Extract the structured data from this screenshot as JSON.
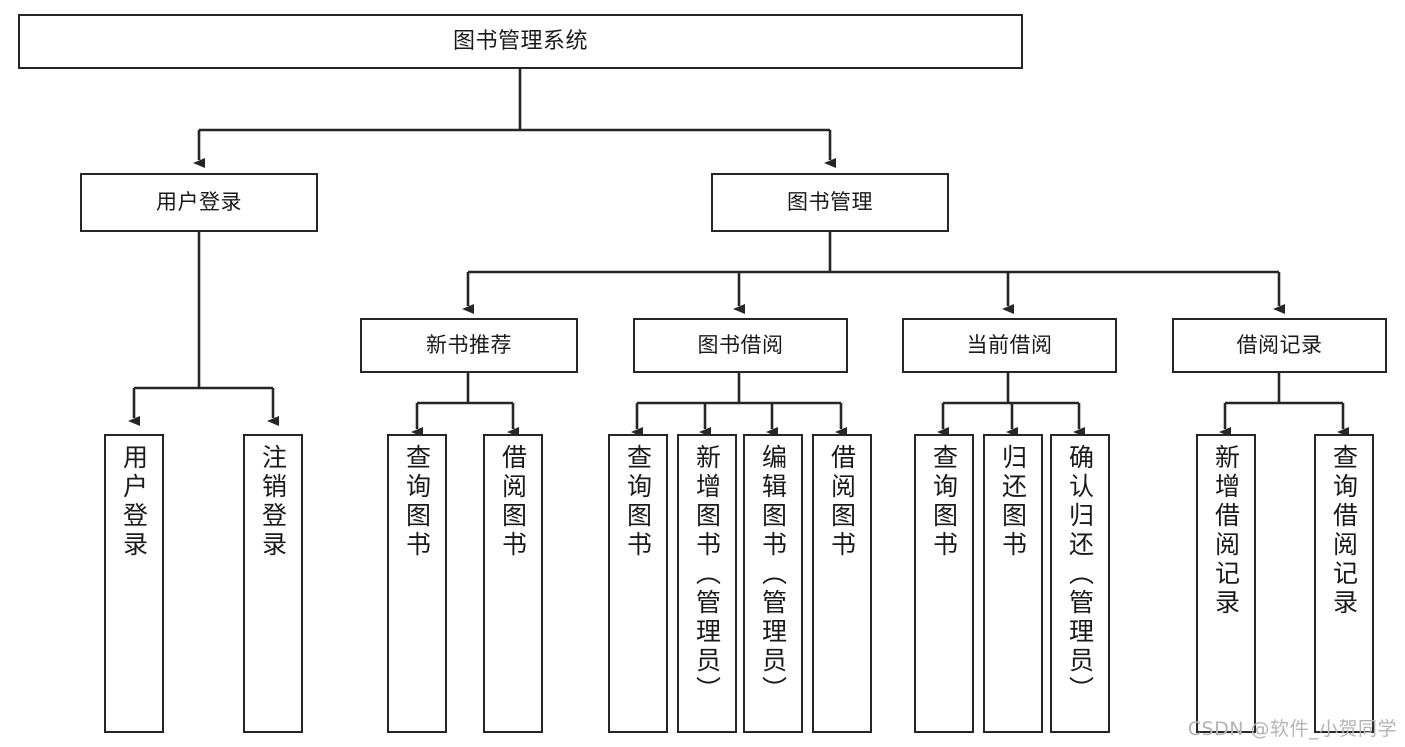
{
  "diagram": {
    "type": "tree",
    "title": "图书管理系统",
    "watermark": "CSDN @软件_小贺同学",
    "colors": {
      "box_border": "#262626",
      "box_fill": "#ffffff",
      "edge": "#262626",
      "text": "#1a1a1a",
      "watermark": "#b4b4b4",
      "background": "#ffffff"
    },
    "nodes": {
      "root": {
        "label": "图书管理系统"
      },
      "level2": [
        {
          "id": "user_login",
          "label": "用户登录"
        },
        {
          "id": "book_manage",
          "label": "图书管理"
        }
      ],
      "level3": [
        {
          "id": "new_book_rec",
          "label": "新书推荐"
        },
        {
          "id": "book_borrow",
          "label": "图书借阅"
        },
        {
          "id": "current_borrow",
          "label": "当前借阅"
        },
        {
          "id": "borrow_record",
          "label": "借阅记录"
        }
      ],
      "leaves": {
        "user_login": [
          {
            "id": "leaf_user_login",
            "label": "用户登录"
          },
          {
            "id": "leaf_user_logout",
            "label": "注销登录"
          }
        ],
        "new_book_rec": [
          {
            "id": "leaf_query_book_1",
            "label": "查询图书"
          },
          {
            "id": "leaf_borrow_book_1",
            "label": "借阅图书"
          }
        ],
        "book_borrow": [
          {
            "id": "leaf_query_book_2",
            "label": "查询图书"
          },
          {
            "id": "leaf_add_book",
            "label": "新增图书（管理员）"
          },
          {
            "id": "leaf_edit_book",
            "label": "编辑图书（管理员）"
          },
          {
            "id": "leaf_borrow_book_2",
            "label": "借阅图书"
          }
        ],
        "current_borrow": [
          {
            "id": "leaf_query_book_3",
            "label": "查询图书"
          },
          {
            "id": "leaf_return_book",
            "label": "归还图书"
          },
          {
            "id": "leaf_confirm_return",
            "label": "确认归还（管理员）"
          }
        ],
        "borrow_record": [
          {
            "id": "leaf_add_record",
            "label": "新增借阅记录"
          },
          {
            "id": "leaf_query_record",
            "label": "查询借阅记录"
          }
        ]
      }
    }
  }
}
